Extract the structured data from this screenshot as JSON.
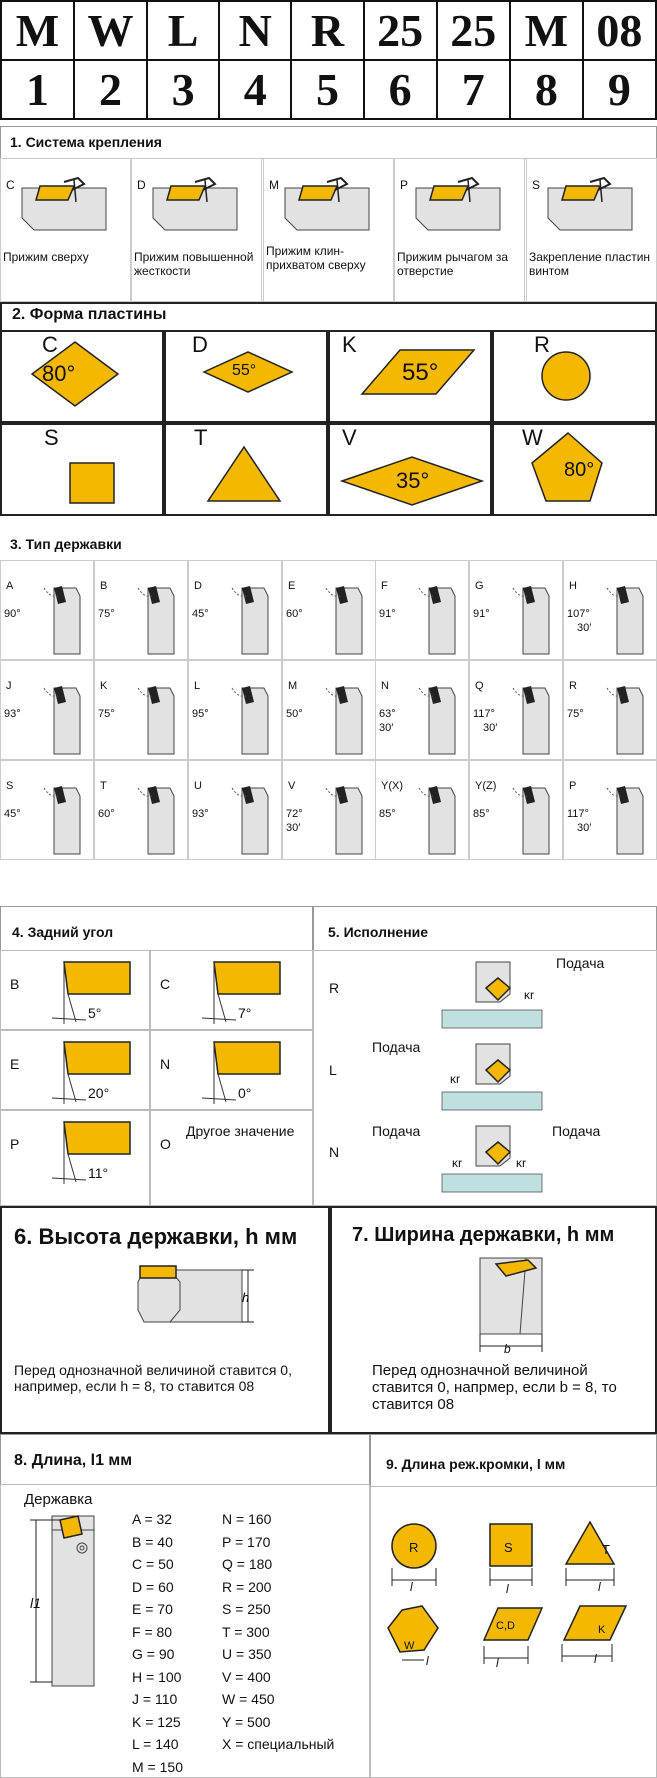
{
  "code": {
    "letters": [
      "M",
      "W",
      "L",
      "N",
      "R",
      "25",
      "25",
      "M",
      "08"
    ],
    "numbers": [
      "1",
      "2",
      "3",
      "4",
      "5",
      "6",
      "7",
      "8",
      "9"
    ]
  },
  "s1": {
    "title": "1. Система крепления",
    "items": [
      {
        "code": "C",
        "label": "Прижим сверху"
      },
      {
        "code": "D",
        "label": "Прижим повышенной жесткости"
      },
      {
        "code": "M",
        "label": "Прижим клин-прихватом сверху"
      },
      {
        "code": "P",
        "label": "Прижим рычагом за отверстие"
      },
      {
        "code": "S",
        "label": "Закрепление пластин винтом"
      }
    ]
  },
  "s2": {
    "title": "2. Форма пластины",
    "items": [
      {
        "code": "C",
        "angle": "80°"
      },
      {
        "code": "D",
        "angle": "55°"
      },
      {
        "code": "K",
        "angle": "55°"
      },
      {
        "code": "R",
        "angle": ""
      },
      {
        "code": "S",
        "angle": ""
      },
      {
        "code": "T",
        "angle": ""
      },
      {
        "code": "V",
        "angle": "35°"
      },
      {
        "code": "W",
        "angle": "80°"
      }
    ]
  },
  "s3": {
    "title": "3. Тип державки",
    "rows": [
      [
        [
          "A",
          "90°",
          ""
        ],
        [
          "B",
          "75°",
          ""
        ],
        [
          "D",
          "45°",
          ""
        ],
        [
          "E",
          "60°",
          ""
        ],
        [
          "F",
          "91°",
          ""
        ],
        [
          "G",
          "91°",
          ""
        ],
        [
          "H",
          "107°",
          "30′"
        ]
      ],
      [
        [
          "J",
          "93°",
          ""
        ],
        [
          "K",
          "75°",
          ""
        ],
        [
          "L",
          "95°",
          ""
        ],
        [
          "M",
          "50°",
          ""
        ],
        [
          "N",
          "63°",
          "30′"
        ],
        [
          "Q",
          "117°",
          "30′"
        ],
        [
          "R",
          "75°",
          ""
        ]
      ],
      [
        [
          "S",
          "45°",
          ""
        ],
        [
          "T",
          "60°",
          ""
        ],
        [
          "U",
          "93°",
          ""
        ],
        [
          "V",
          "72°",
          "30′"
        ],
        [
          "Y(X)",
          "85°",
          ""
        ],
        [
          "Y(Z)",
          "85°",
          ""
        ],
        [
          "P",
          "117°",
          "30′"
        ]
      ]
    ]
  },
  "s4": {
    "title": "4. Задний угол",
    "items": [
      {
        "code": "B",
        "angle": "5°"
      },
      {
        "code": "C",
        "angle": "7°"
      },
      {
        "code": "E",
        "angle": "20°"
      },
      {
        "code": "N",
        "angle": "0°"
      },
      {
        "code": "P",
        "angle": "11°"
      },
      {
        "code": "O",
        "angle": "Другое значение"
      }
    ]
  },
  "s5": {
    "title": "5. Исполнение",
    "feed": "Подача",
    "kr": "κr",
    "items": [
      "R",
      "L",
      "N"
    ]
  },
  "s6": {
    "title": "6. Высота державки, h мм",
    "h": "h",
    "note": "Перед однозначной величиной ставится 0, например, если h = 8, то ставится 08"
  },
  "s7": {
    "title": "7. Ширина державки, h мм",
    "b": "b",
    "note": "Перед однозначной величиной ставится 0, напрмер, если b = 8, то ставится 08"
  },
  "s8": {
    "title": "8. Длина, l1 мм",
    "holder": "Державка",
    "l1": "l1",
    "col1": [
      "A = 32",
      "B = 40",
      "C = 50",
      "D = 60",
      "E = 70",
      "F = 80",
      "G = 90",
      "H = 100",
      "J = 110",
      "K = 125",
      "L = 140",
      "M = 150"
    ],
    "col2": [
      "N = 160",
      "P = 170",
      "Q = 180",
      "R = 200",
      "S = 250",
      "T = 300",
      "U = 350",
      "V = 400",
      "W = 450",
      "Y = 500",
      "X = специальный"
    ]
  },
  "s9": {
    "title": "9. Длина реж.кромки, l мм",
    "l": "l",
    "shapes": [
      "R",
      "S",
      "T",
      "W",
      "C,D",
      "K"
    ]
  }
}
